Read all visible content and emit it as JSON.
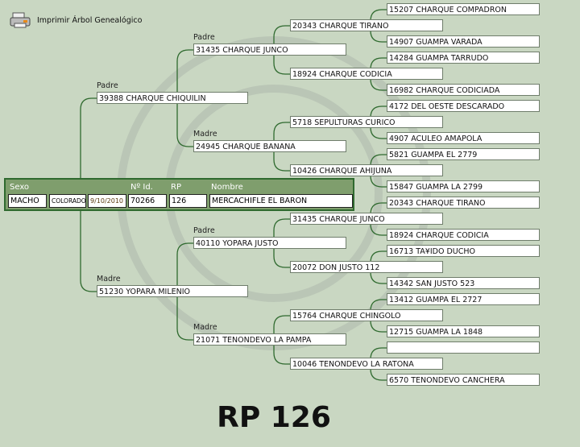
{
  "toolbar": {
    "print_label": "Imprimir Árbol Genealógico",
    "icon": "printer-icon"
  },
  "animal": {
    "headers": {
      "sexo": "Sexo",
      "id": "Nº Id.",
      "rp": "RP",
      "nombre": "Nombre"
    },
    "sexo": "MACHO",
    "color": "COLORADO",
    "fecha": "9/10/2010",
    "id": "70266",
    "rp": "126",
    "nombre": "MERCACHIFLE EL BARON"
  },
  "labels": {
    "padre": "Padre",
    "madre": "Madre"
  },
  "tree": {
    "gen1": [
      "39388 CHARQUE CHIQUILIN",
      "51230 YOPARA MILENIO"
    ],
    "gen2": [
      "31435 CHARQUE JUNCO",
      "24945 CHARQUE BANANA",
      "40110 YOPARA JUSTO",
      "21071 TENONDEVO LA PAMPA"
    ],
    "gen3": [
      "20343 CHARQUE TIRANO",
      "18924 CHARQUE CODICIA",
      "5718 SEPULTURAS CURICO",
      "10426 CHARQUE AHIJUNA",
      "31435 CHARQUE JUNCO",
      "20072 DON JUSTO 112",
      "15764 CHARQUE CHINGOLO",
      "10046 TENONDEVO LA RATONA"
    ],
    "gen4": [
      "15207 CHARQUE COMPADRON",
      "14907 GUAMPA VARADA",
      "14284 GUAMPA TARRUDO",
      "16982 CHARQUE CODICIADA",
      "4172 DEL OESTE DESCARADO",
      "4907 ACULEO AMAPOLA",
      "5821 GUAMPA EL 2779",
      "15847 GUAMPA LA 2799",
      "20343 CHARQUE TIRANO",
      "18924 CHARQUE CODICIA",
      "16713 TA¥IDO DUCHO",
      "14342 SAN JUSTO 523",
      "13412 GUAMPA EL 2727",
      "12715 GUAMPA LA 1848",
      "",
      "6570 TENONDEVO CANCHERA"
    ]
  },
  "footer": {
    "title": "RP 126"
  },
  "colors": {
    "line": "#2f6a2f",
    "panel": "#7f9e6d",
    "bg": "#c9d7c2"
  }
}
